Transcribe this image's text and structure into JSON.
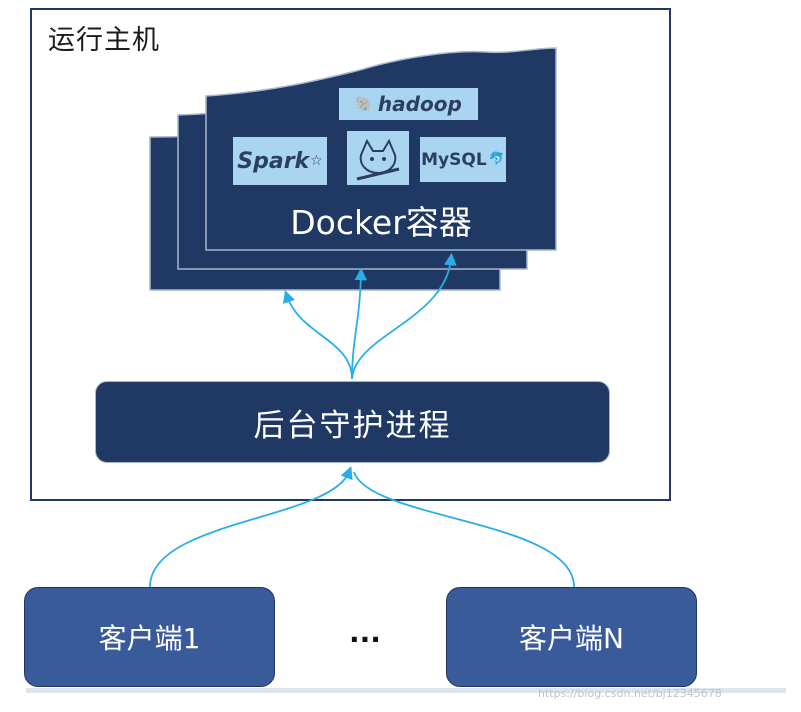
{
  "host": {
    "label": "运行主机"
  },
  "container": {
    "label": "Docker容器",
    "logos": [
      {
        "name": "hadoop",
        "text": "hadoop"
      },
      {
        "name": "spark",
        "text": "Spark"
      },
      {
        "name": "tomcat",
        "text": ""
      },
      {
        "name": "mysql",
        "text": "MySQL"
      }
    ]
  },
  "daemon": {
    "label": "后台守护进程"
  },
  "clients": [
    {
      "label": "客户端1"
    },
    {
      "label": "客户端N"
    }
  ],
  "ellipsis": "...",
  "watermark": "https://blog.csdn.net/bj12345678",
  "colors": {
    "navy": "#1f3864",
    "client_blue": "#3a5b9a",
    "arrow": "#29aee8",
    "logo_bg": "#a9d5f0"
  }
}
